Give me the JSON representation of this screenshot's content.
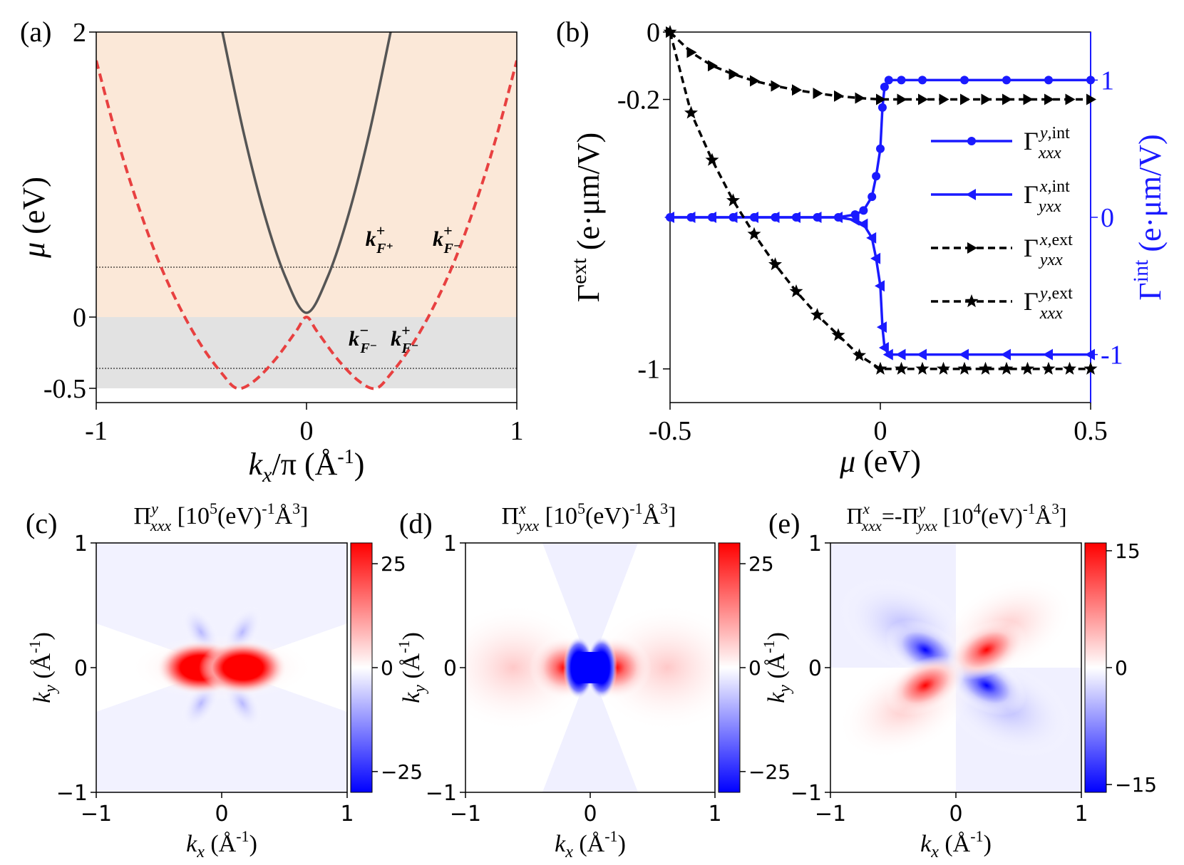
{
  "chart_data": [
    {
      "id": "a",
      "type": "line",
      "panel_label": "(a)",
      "xlabel": "k_x/π (Å^-1)",
      "ylabel": "μ (eV)",
      "xlim": [
        -1,
        1
      ],
      "ylim": [
        -0.6,
        2.0
      ],
      "xticks": [
        "-1",
        "0",
        "1"
      ],
      "yticks": [
        "-0.5",
        "0",
        "2"
      ],
      "ytick_values": [
        -0.5,
        0,
        2
      ],
      "regions": [
        {
          "from": 0,
          "to": 2,
          "color": "#fbe8d8"
        },
        {
          "from": -0.5,
          "to": 0,
          "color": "#e2e2e2"
        }
      ],
      "series": [
        {
          "style": "solid",
          "color": "#555555",
          "x": [
            -0.4,
            -0.3,
            -0.2,
            -0.1,
            0.0,
            0.1,
            0.2,
            0.3,
            0.4
          ],
          "y": [
            2.0,
            1.3,
            0.72,
            0.28,
            0.03,
            0.28,
            0.72,
            1.3,
            2.0
          ]
        },
        {
          "style": "dashed",
          "color": "#e84040",
          "x": [
            -1.0,
            -0.9,
            -0.8,
            -0.7,
            -0.6,
            -0.5,
            -0.4,
            -0.33,
            -0.25,
            -0.15,
            -0.05,
            0.0,
            0.05,
            0.15,
            0.25,
            0.33,
            0.4,
            0.5,
            0.6,
            0.7,
            0.8,
            0.9,
            1.0
          ],
          "y": [
            1.8,
            1.25,
            0.78,
            0.38,
            0.06,
            -0.2,
            -0.4,
            -0.5,
            -0.45,
            -0.3,
            -0.1,
            0.0,
            -0.1,
            -0.3,
            -0.45,
            -0.5,
            -0.4,
            -0.2,
            0.06,
            0.38,
            0.78,
            1.25,
            1.8
          ]
        }
      ],
      "hlines": [
        0.35,
        -0.36
      ],
      "annotations": [
        {
          "x": 0.28,
          "y": 0.5,
          "sup": "+",
          "sub": "F⁺"
        },
        {
          "x": 0.6,
          "y": 0.5,
          "sup": "+",
          "sub": "F⁻"
        },
        {
          "x": 0.2,
          "y": -0.2,
          "sup": "−",
          "sub": "F⁻"
        },
        {
          "x": 0.4,
          "y": -0.2,
          "sup": "+",
          "sub": "F⁻"
        }
      ]
    },
    {
      "id": "b",
      "type": "line",
      "panel_label": "(b)",
      "xlabel": "μ (eV)",
      "ylabel_left": "Γ^ext (e·μm/V)",
      "ylabel_right": "Γ^int (e·μm/V)",
      "xlim": [
        -0.5,
        0.5
      ],
      "ylim_left": [
        -1.1,
        0.0
      ],
      "ylim_right": [
        -1.35,
        1.35
      ],
      "xticks": [
        "-0.5",
        "0",
        "0.5"
      ],
      "xtick_values": [
        -0.5,
        0,
        0.5
      ],
      "yticks_left": [
        "0",
        "-0.2",
        "-1"
      ],
      "ytick_values_left": [
        0,
        -0.2,
        -1
      ],
      "yticks_right": [
        "1",
        "0",
        "-1"
      ],
      "ytick_values_right": [
        1,
        0,
        -1
      ],
      "series": [
        {
          "name": "Γ^{y,int}_{xxx}",
          "axis": "right",
          "color": "#1a1aff",
          "style": "solid",
          "marker": "circle",
          "x": [
            -0.5,
            -0.45,
            -0.4,
            -0.35,
            -0.3,
            -0.25,
            -0.2,
            -0.15,
            -0.1,
            -0.06,
            -0.04,
            -0.02,
            -0.01,
            0.0,
            0.005,
            0.01,
            0.02,
            0.05,
            0.1,
            0.2,
            0.3,
            0.4,
            0.5
          ],
          "y": [
            0,
            0,
            0,
            0,
            0,
            0,
            0,
            0,
            0.0,
            0.02,
            0.05,
            0.15,
            0.3,
            0.5,
            0.8,
            0.95,
            1.0,
            1.0,
            1.0,
            1.0,
            1.0,
            1.0,
            1.0
          ]
        },
        {
          "name": "Γ^{x,int}_{yxx}",
          "axis": "right",
          "color": "#1a1aff",
          "style": "solid",
          "marker": "triangle-left",
          "x": [
            -0.5,
            -0.45,
            -0.4,
            -0.35,
            -0.3,
            -0.25,
            -0.2,
            -0.15,
            -0.1,
            -0.06,
            -0.04,
            -0.02,
            -0.01,
            0.0,
            0.005,
            0.01,
            0.02,
            0.05,
            0.1,
            0.2,
            0.3,
            0.4,
            0.5
          ],
          "y": [
            0,
            0,
            0,
            0,
            0,
            0,
            0,
            0,
            0.0,
            -0.02,
            -0.05,
            -0.15,
            -0.3,
            -0.5,
            -0.8,
            -0.95,
            -1.0,
            -1.0,
            -1.0,
            -1.0,
            -1.0,
            -1.0,
            -1.0
          ]
        },
        {
          "name": "Γ^{x,ext}_{yxx}",
          "axis": "left",
          "color": "#000000",
          "style": "dashed",
          "marker": "triangle-right",
          "x": [
            -0.5,
            -0.45,
            -0.4,
            -0.35,
            -0.3,
            -0.25,
            -0.2,
            -0.15,
            -0.1,
            -0.05,
            0.0,
            0.05,
            0.1,
            0.15,
            0.2,
            0.25,
            0.3,
            0.35,
            0.4,
            0.45,
            0.5
          ],
          "y": [
            0.0,
            -0.06,
            -0.1,
            -0.125,
            -0.145,
            -0.16,
            -0.172,
            -0.182,
            -0.19,
            -0.196,
            -0.2,
            -0.2,
            -0.2,
            -0.2,
            -0.2,
            -0.2,
            -0.2,
            -0.2,
            -0.2,
            -0.2,
            -0.2
          ]
        },
        {
          "name": "Γ^{y,ext}_{xxx}",
          "axis": "left",
          "color": "#000000",
          "style": "dashed",
          "marker": "star",
          "x": [
            -0.5,
            -0.45,
            -0.4,
            -0.35,
            -0.3,
            -0.25,
            -0.2,
            -0.15,
            -0.1,
            -0.05,
            0.0,
            0.05,
            0.1,
            0.15,
            0.2,
            0.25,
            0.3,
            0.35,
            0.4,
            0.45,
            0.5
          ],
          "y": [
            0.0,
            -0.24,
            -0.38,
            -0.5,
            -0.6,
            -0.69,
            -0.77,
            -0.84,
            -0.9,
            -0.96,
            -1.0,
            -1.0,
            -1.0,
            -1.0,
            -1.0,
            -1.0,
            -1.0,
            -1.0,
            -1.0,
            -1.0,
            -1.0
          ]
        }
      ],
      "legend": "right"
    },
    {
      "id": "c",
      "type": "heatmap",
      "panel_label": "(c)",
      "title": "Π^y_{xxx} [10^5(eV)^-1Å^3]",
      "xlabel": "k_x (Å^-1)",
      "ylabel": "k_y (Å^-1)",
      "xlim": [
        -1,
        1
      ],
      "ylim": [
        -1,
        1
      ],
      "xticks": [
        "−1",
        "0",
        "1"
      ],
      "yticks": [
        "1",
        "0",
        "−1"
      ],
      "colorbar": {
        "range": [
          -30,
          30
        ],
        "ticks": [
          "25",
          "0",
          "−25"
        ],
        "tick_values": [
          25,
          0,
          -25
        ]
      }
    },
    {
      "id": "d",
      "type": "heatmap",
      "panel_label": "(d)",
      "title": "Π^x_{yxx} [10^5(eV)^-1Å^3]",
      "xlabel": "k_x (Å^-1)",
      "ylabel": "k_y (Å^-1)",
      "xlim": [
        -1,
        1
      ],
      "ylim": [
        -1,
        1
      ],
      "xticks": [
        "−1",
        "0",
        "1"
      ],
      "yticks": [
        "1",
        "0",
        "−1"
      ],
      "colorbar": {
        "range": [
          -30,
          30
        ],
        "ticks": [
          "25",
          "0",
          "−25"
        ],
        "tick_values": [
          25,
          0,
          -25
        ]
      }
    },
    {
      "id": "e",
      "type": "heatmap",
      "panel_label": "(e)",
      "title": "Π^x_{xxx}=-Π^y_{yxx} [10^4(eV)^-1Å^3]",
      "xlabel": "k_x (Å^-1)",
      "ylabel": "k_y (Å^-1)",
      "xlim": [
        -1,
        1
      ],
      "ylim": [
        -1,
        1
      ],
      "xticks": [
        "−1",
        "0",
        "1"
      ],
      "yticks": [
        "1",
        "0",
        "−1"
      ],
      "colorbar": {
        "range": [
          -16,
          16
        ],
        "ticks": [
          "15",
          "0",
          "−15"
        ],
        "tick_values": [
          15,
          0,
          -15
        ]
      }
    }
  ]
}
